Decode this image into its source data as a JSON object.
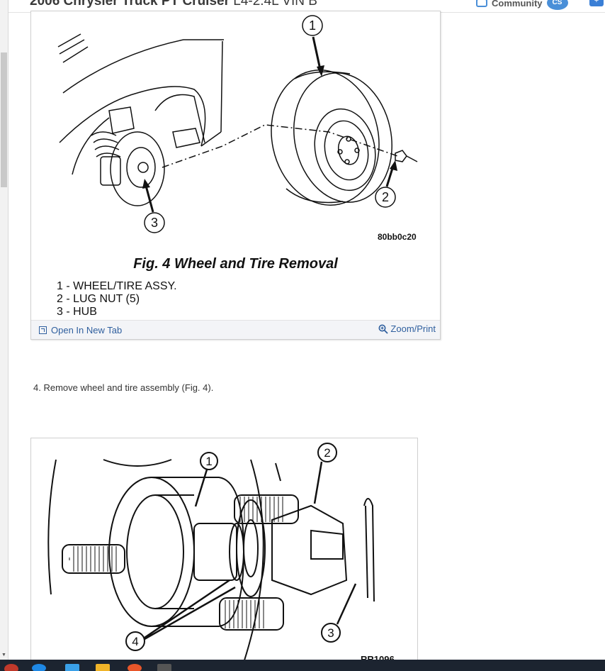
{
  "header": {
    "title": "2006 Chrysler Truck PT Cruiser",
    "engine": "L4-2.4L VIN B",
    "community_label": "Community",
    "community_badge": "CS"
  },
  "figure4": {
    "callouts": [
      "1",
      "2",
      "3"
    ],
    "code": "80bb0c20",
    "caption": "Fig. 4 Wheel and Tire Removal",
    "legend": [
      "1 - WHEEL/TIRE ASSY.",
      "2 - LUG NUT (5)",
      "3 - HUB"
    ],
    "open_tab_label": "Open In New Tab",
    "zoom_print_label": "Zoom/Print"
  },
  "step": {
    "text": "4. Remove wheel and tire assembly (Fig. 4)."
  },
  "figure5": {
    "callouts": [
      "1",
      "2",
      "3",
      "4"
    ],
    "code": "RR1096"
  },
  "colors": {
    "link": "#2f5f9e",
    "footer_bg": "#f3f4f7",
    "accent": "#4a8fd8",
    "taskbar": "#1c2430"
  }
}
